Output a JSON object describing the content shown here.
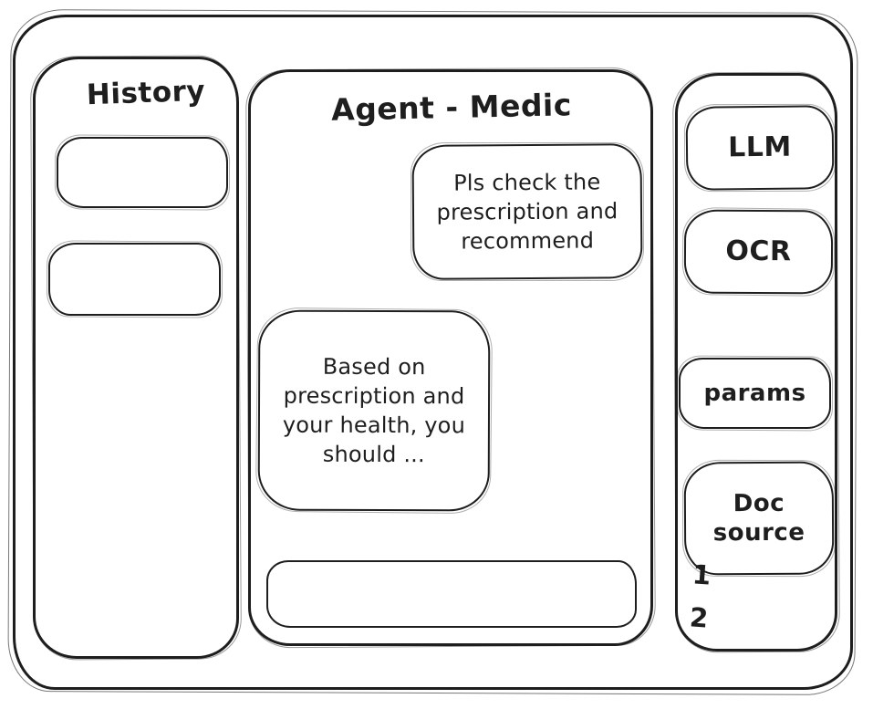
{
  "history_panel": {
    "title": "History",
    "items": [
      {
        "label": ""
      },
      {
        "label": ""
      }
    ]
  },
  "chat_panel": {
    "title": "Agent - Medic",
    "messages": [
      {
        "role": "user",
        "text": "Pls check the prescription and recommend"
      },
      {
        "role": "assistant",
        "text": "Based on prescription and your health, you should ..."
      }
    ],
    "input": {
      "value": "",
      "placeholder": ""
    }
  },
  "tools_panel": {
    "buttons": [
      {
        "id": "llm",
        "label": "LLM"
      },
      {
        "id": "ocr",
        "label": "OCR"
      },
      {
        "id": "params",
        "label": "params"
      },
      {
        "id": "doc-source",
        "label": "Doc source"
      }
    ],
    "source_numbers": [
      "1",
      "2"
    ]
  },
  "colors": {
    "ink": "#1e1e1e",
    "background": "#ffffff"
  }
}
